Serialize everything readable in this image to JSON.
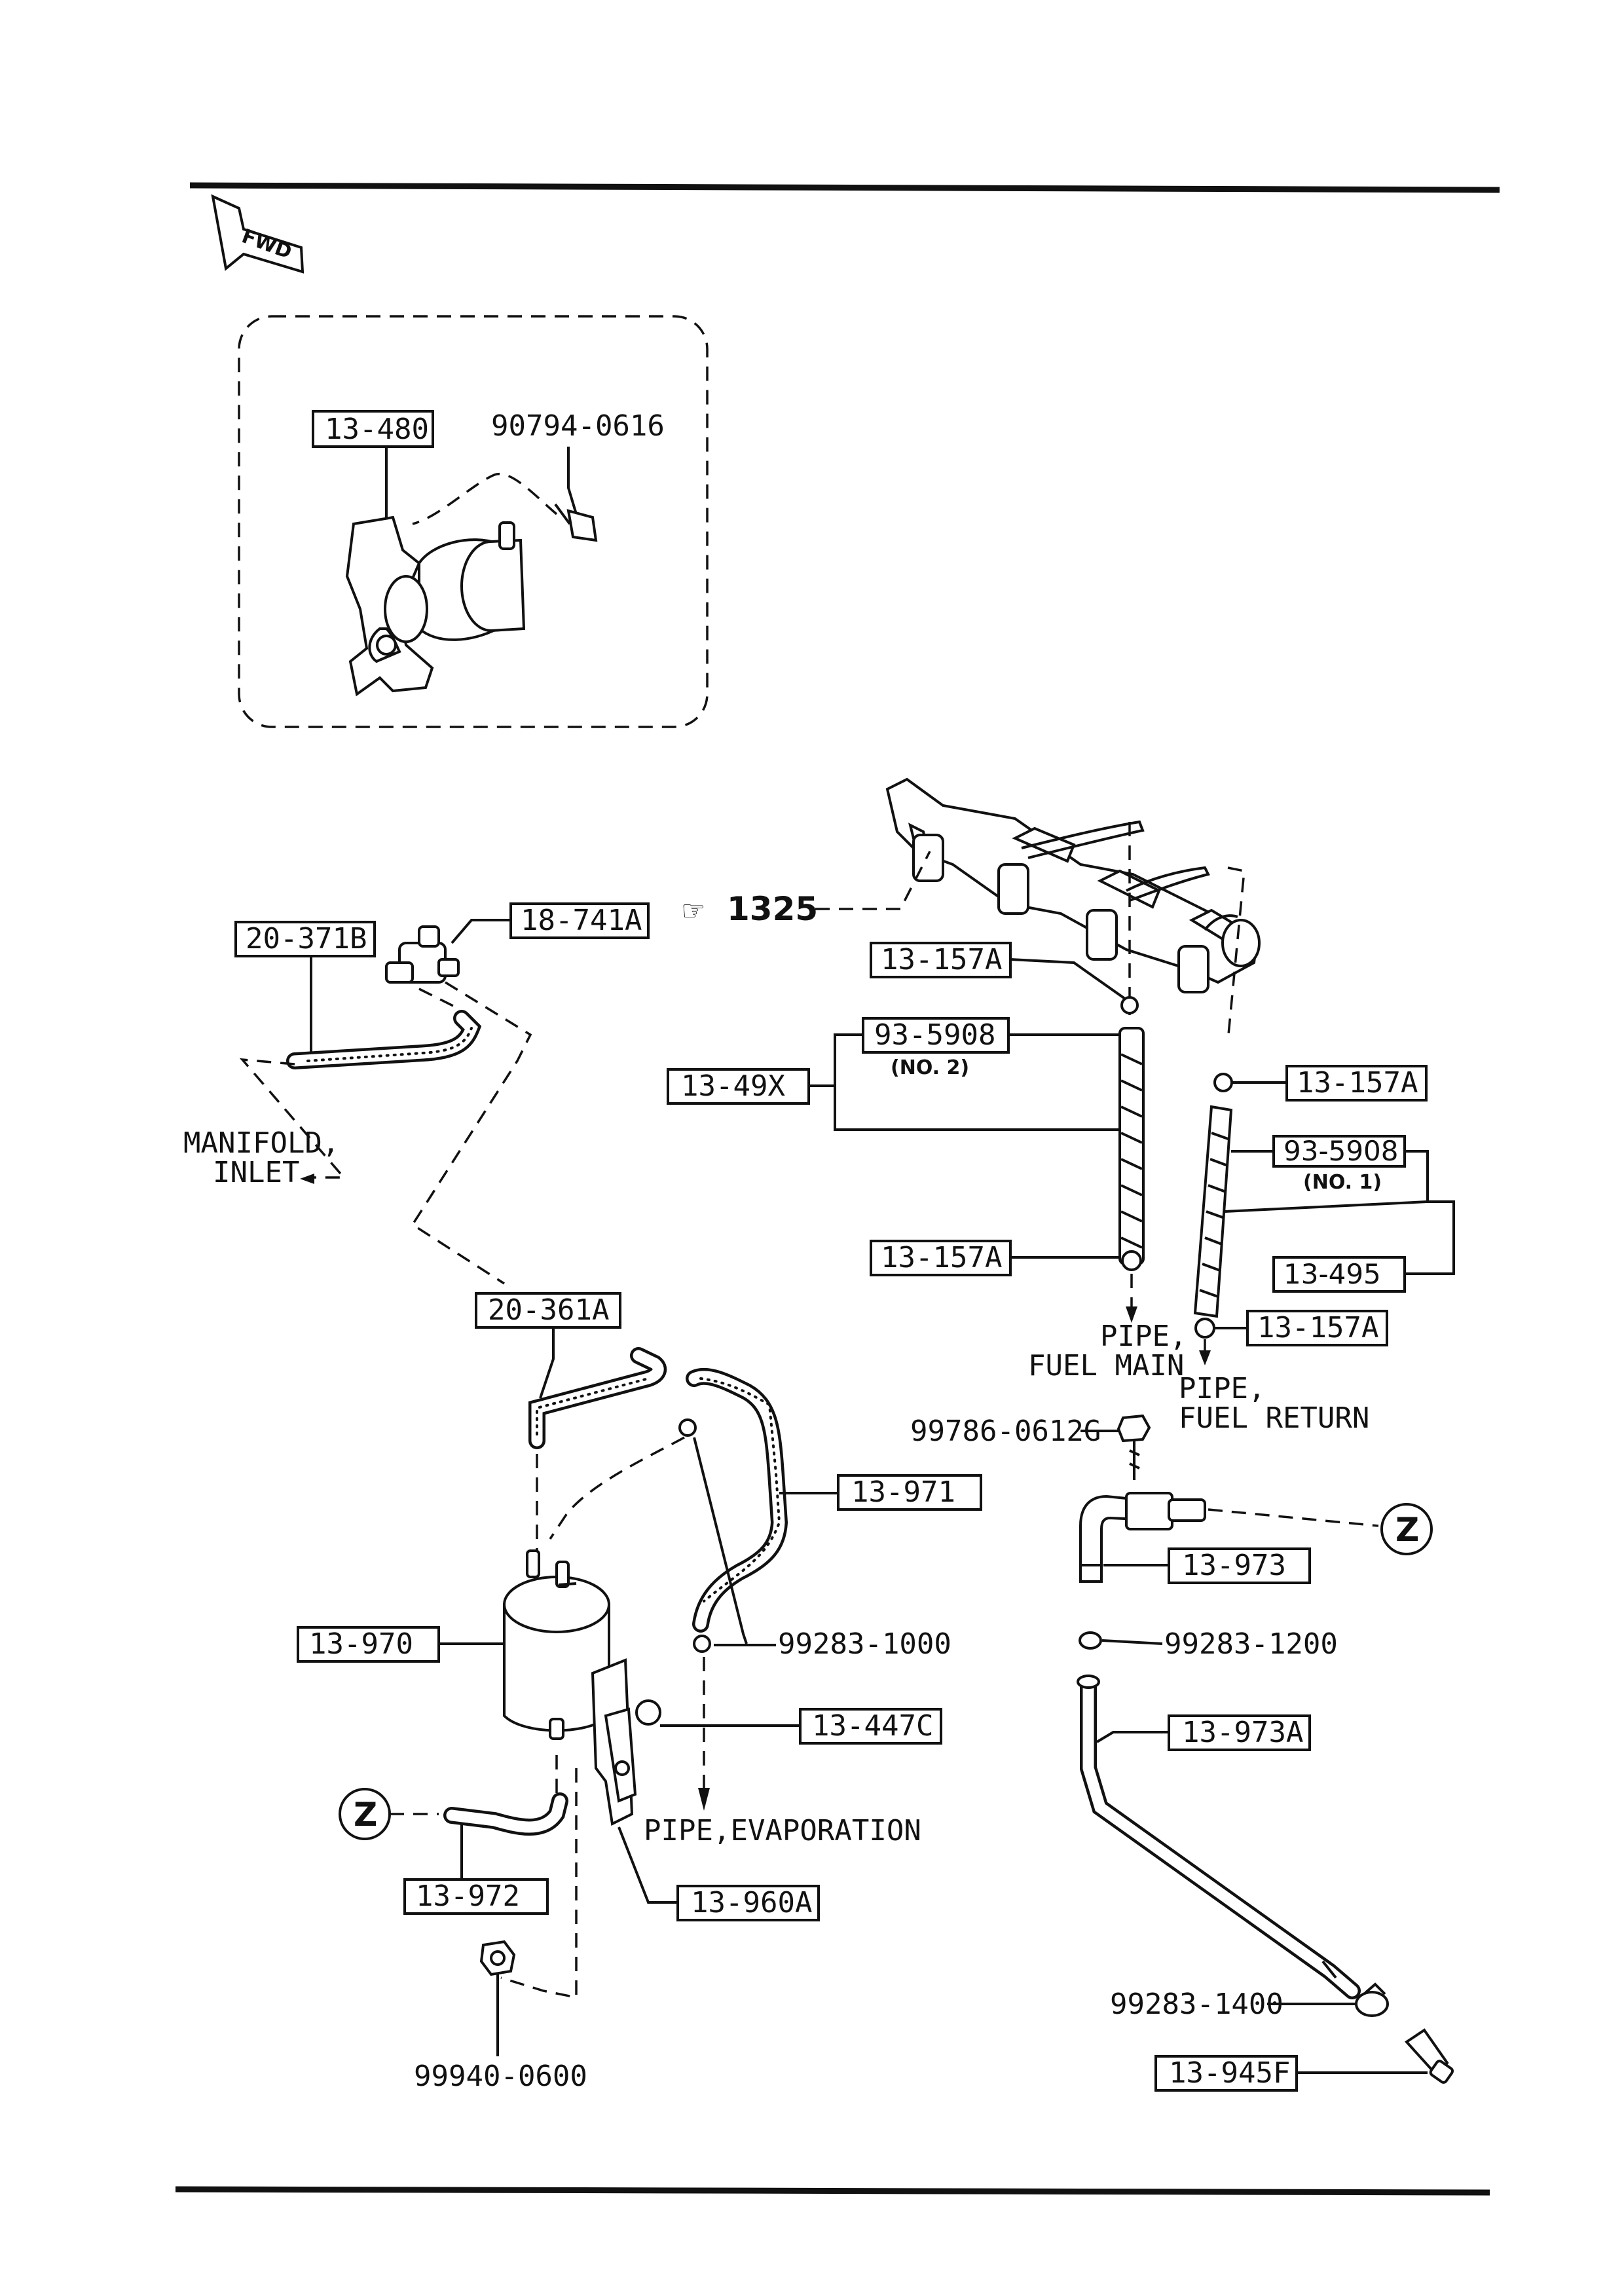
{
  "fwd_label": "FWD",
  "ref_1325": "1325",
  "z_marker": "Z",
  "parts": {
    "p13_480": "13-480",
    "p90794_0616": "90794-0616",
    "p20_371B": "20-371B",
    "p18_741A": "18-741A",
    "p13_157A_a": "13-157A",
    "p93_5908_no2": "93-5908",
    "no2": "(NO. 2)",
    "p13_49X": "13-49X",
    "p13_157A_b": "13-157A",
    "p93_5908_no1": "93-5908",
    "no1": "(NO. 1)",
    "p13_157A_c": "13-157A",
    "p13_495": "13-495",
    "p13_157A_d": "13-157A",
    "p20_361A": "20-361A",
    "p99786_0612G": "99786-0612G",
    "p13_971": "13-971",
    "p13_973": "13-973",
    "p13_970": "13-970",
    "p99283_1000": "99283-1000",
    "p99283_1200": "99283-1200",
    "p13_447C": "13-447C",
    "p13_973A": "13-973A",
    "p13_972": "13-972",
    "p13_960A": "13-960A",
    "p99283_1400": "99283-1400",
    "p13_945F": "13-945F",
    "p99940_0600": "99940-0600"
  },
  "notes": {
    "manifold_l1": "MANIFOLD,",
    "manifold_l2": "INLET",
    "pipe_main_l1": "PIPE,",
    "pipe_main_l2": "FUEL MAIN",
    "pipe_return_l1": "PIPE,",
    "pipe_return_l2": "FUEL RETURN",
    "pipe_evap": "PIPE,EVAPORATION"
  }
}
